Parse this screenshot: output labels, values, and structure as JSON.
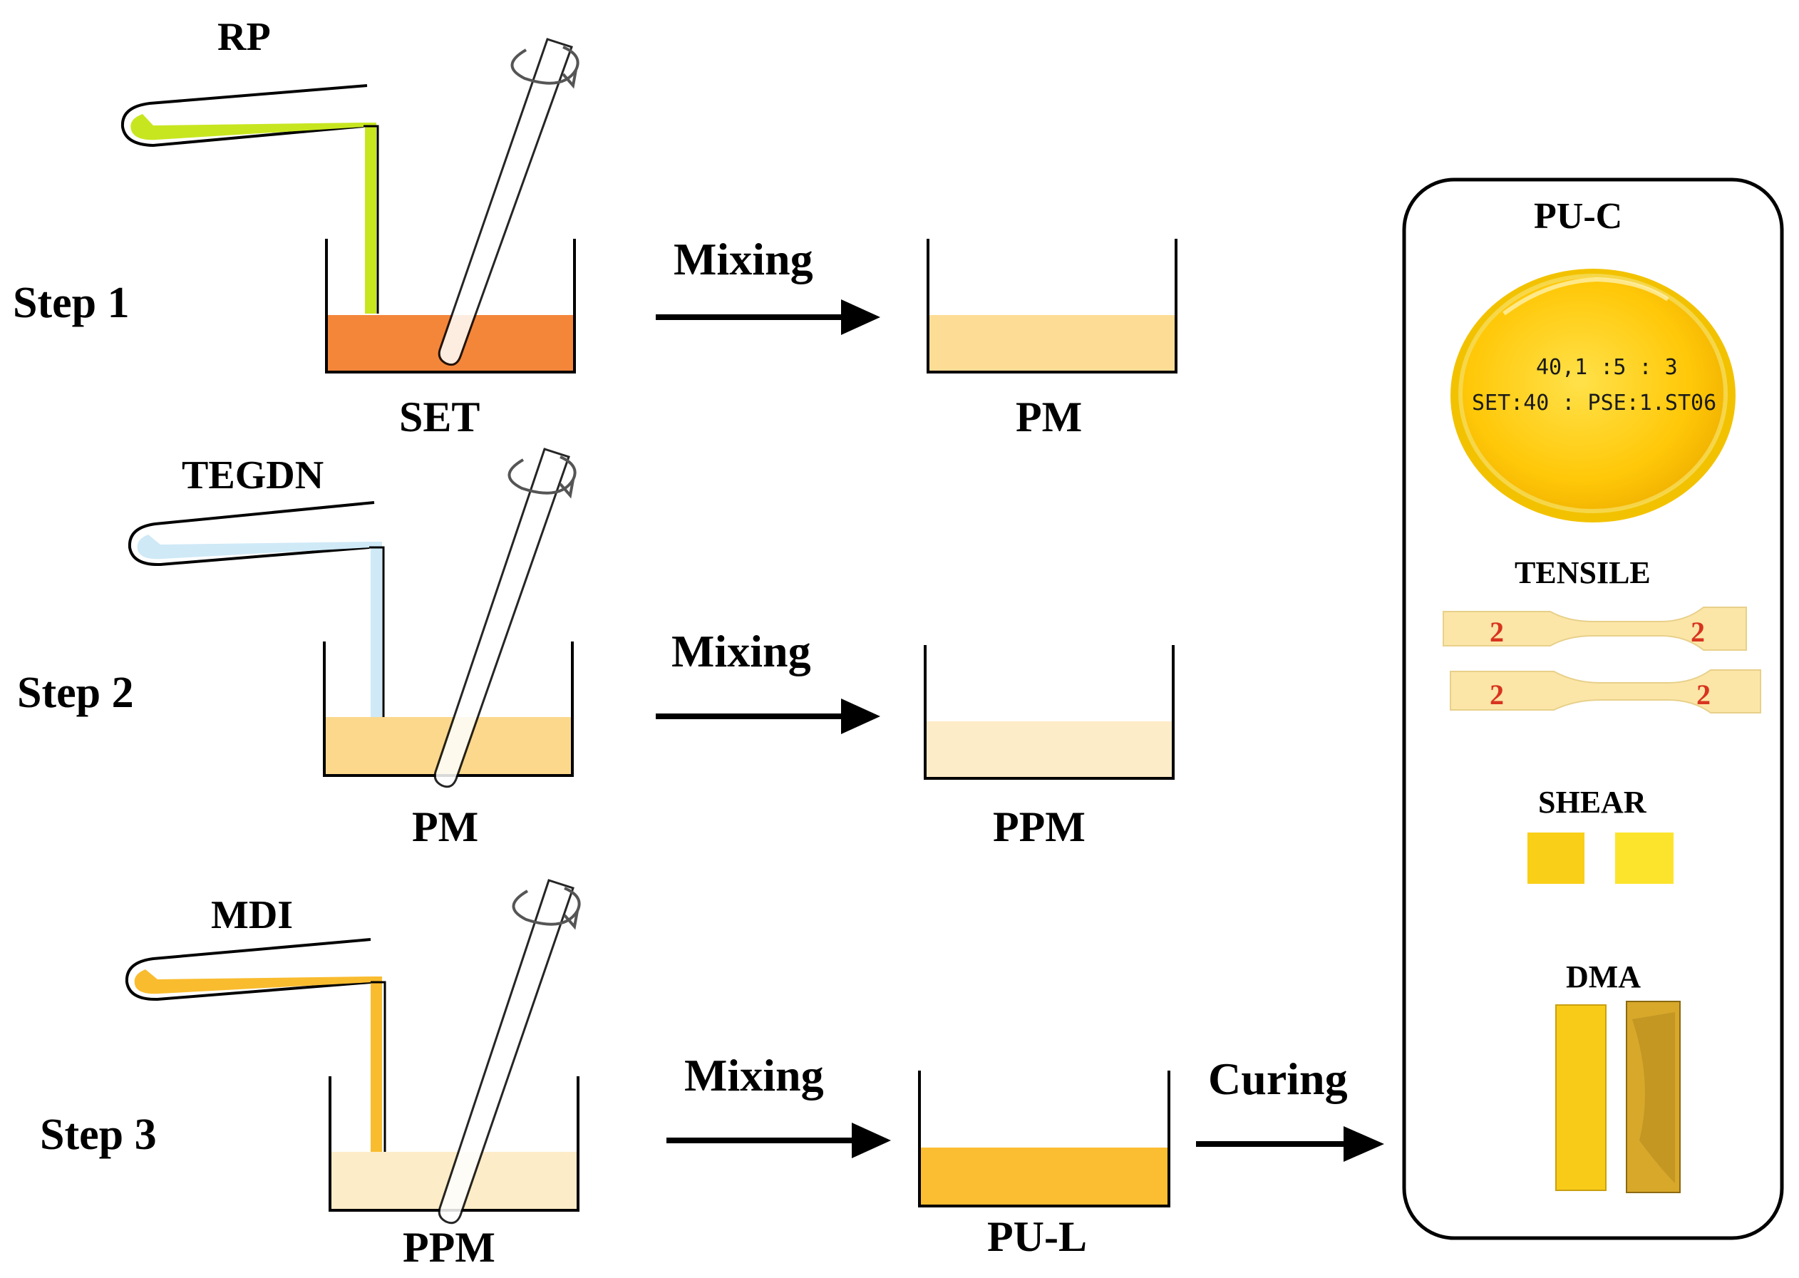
{
  "steps": [
    {
      "label": "Step 1",
      "reagent": "RP",
      "beaker_label": "SET",
      "arrow_label": "Mixing",
      "product_label": "PM",
      "reagent_color": "#c8e620",
      "beaker_fill": "#f4863a",
      "product_fill": "#fddc96"
    },
    {
      "label": "Step 2",
      "reagent": "TEGDN",
      "beaker_label": "PM",
      "arrow_label": "Mixing",
      "product_label": "PPM",
      "reagent_color": "#cfe9f7",
      "beaker_fill": "#fbd88c",
      "product_fill": "#fdecc8"
    },
    {
      "label": "Step 3",
      "reagent": "MDI",
      "beaker_label": "PPM",
      "arrow_label": "Mixing",
      "product_label": "PU-L",
      "reagent_color": "#f9bc2f",
      "beaker_fill": "#fdecc8",
      "product_fill": "#fbbd31"
    }
  ],
  "curing_label": "Curing",
  "panel": {
    "title": "PU-C",
    "dish_text_line1": "40,1 :5 : 3",
    "dish_text_line2": "SET:40 : PSE:1.ST06",
    "tensile_label": "TENSILE",
    "shear_label": "SHEAR",
    "dma_label": "DMA",
    "specimen_marks": [
      "2",
      "2",
      "2",
      "2"
    ]
  },
  "colors": {
    "stroke": "#000000",
    "dish_yellow": "#ffd21a",
    "specimen_cream": "#fbe6a8",
    "mark_red": "#d8341f",
    "dma_dark": "#b88a1e"
  }
}
